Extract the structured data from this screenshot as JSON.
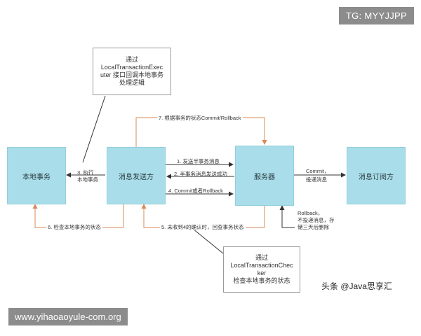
{
  "watermarks": {
    "top_right": "TG: MYYJJPP",
    "bottom_left": "www.yihaoaoyule-com.org",
    "byline": "头条 @Java思享汇"
  },
  "nodes": {
    "local_tx": "本地事务",
    "producer": "消息发送方",
    "server": "服务器",
    "consumer": "消息订阅方"
  },
  "notes": {
    "executer": [
      "通过",
      "LocalTransactionExec",
      "uter 接口回调本地事务",
      "处理逻辑"
    ],
    "checker": [
      "通过",
      "LocalTransactionChec",
      "ker",
      "检查本地事务的状态"
    ]
  },
  "arrows": {
    "step1": "1. 发送半事务消息",
    "step2": "2. 半事务消息发送成功",
    "step3": [
      "3. 执行",
      "本地事务"
    ],
    "step4": "4. Commit或者Rollback",
    "step5": "5. 未收到4的确认时，回查事务状态",
    "step6": "6. 检查本地事务的状态",
    "step7": "7. 根据事务的状态Commit/Rollback",
    "commit": [
      "Commit，",
      "投递消息"
    ],
    "rollback": [
      "Rollback，",
      "不投递消息，存",
      "储三天后删除"
    ]
  }
}
